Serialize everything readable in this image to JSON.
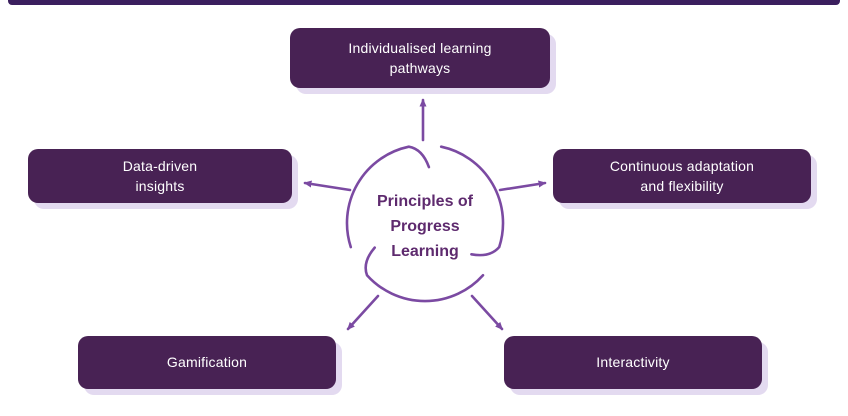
{
  "diagram": {
    "center_label": "Principles of\nProgress\nLearning",
    "nodes": {
      "top": "Individualised learning\npathways",
      "left": "Data-driven\ninsights",
      "right": "Continuous adaptation\nand flexibility",
      "bottom_left": "Gamification",
      "bottom_right": "Interactivity"
    },
    "colors": {
      "top_border": "#3b1f5e",
      "node_background": "#482254",
      "node_text": "#ffffff",
      "node_shadow": "#e3daf0",
      "center_text": "#5e2a6e",
      "arrow_accent": "#7b4aa2"
    }
  }
}
